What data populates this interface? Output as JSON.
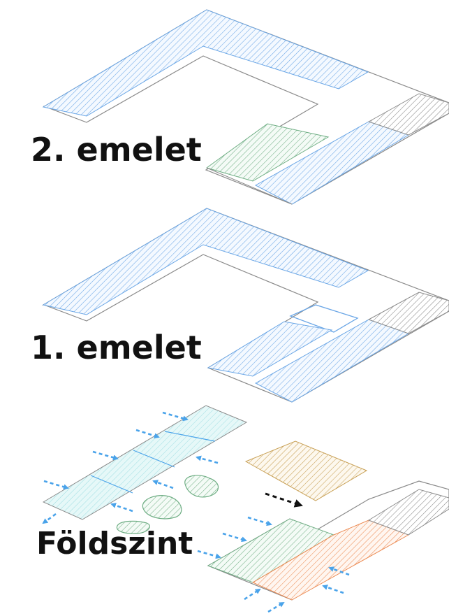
{
  "floors": {
    "second": {
      "label": "2. emelet"
    },
    "first": {
      "label": "1. emelet"
    },
    "ground": {
      "label": "Földszint"
    }
  },
  "colors": {
    "blue_hatch": "#6aa6e6",
    "green_hatch": "#6fae84",
    "gray_hatch": "#8c8c8c",
    "ochre_hatch": "#c8a055",
    "orange_hatch": "#ec8a52",
    "cyan_hatch": "#8fd6dc",
    "cyan_fill": "#e6f8f8",
    "arrow_blue": "#4aa3ea",
    "arrow_black": "#111111",
    "outline": "#8a8a8a"
  },
  "icons": {
    "airflow_arrow": "blue-dashed-arrow-icon",
    "entrance_arrow": "black-dashed-arrow-icon"
  }
}
